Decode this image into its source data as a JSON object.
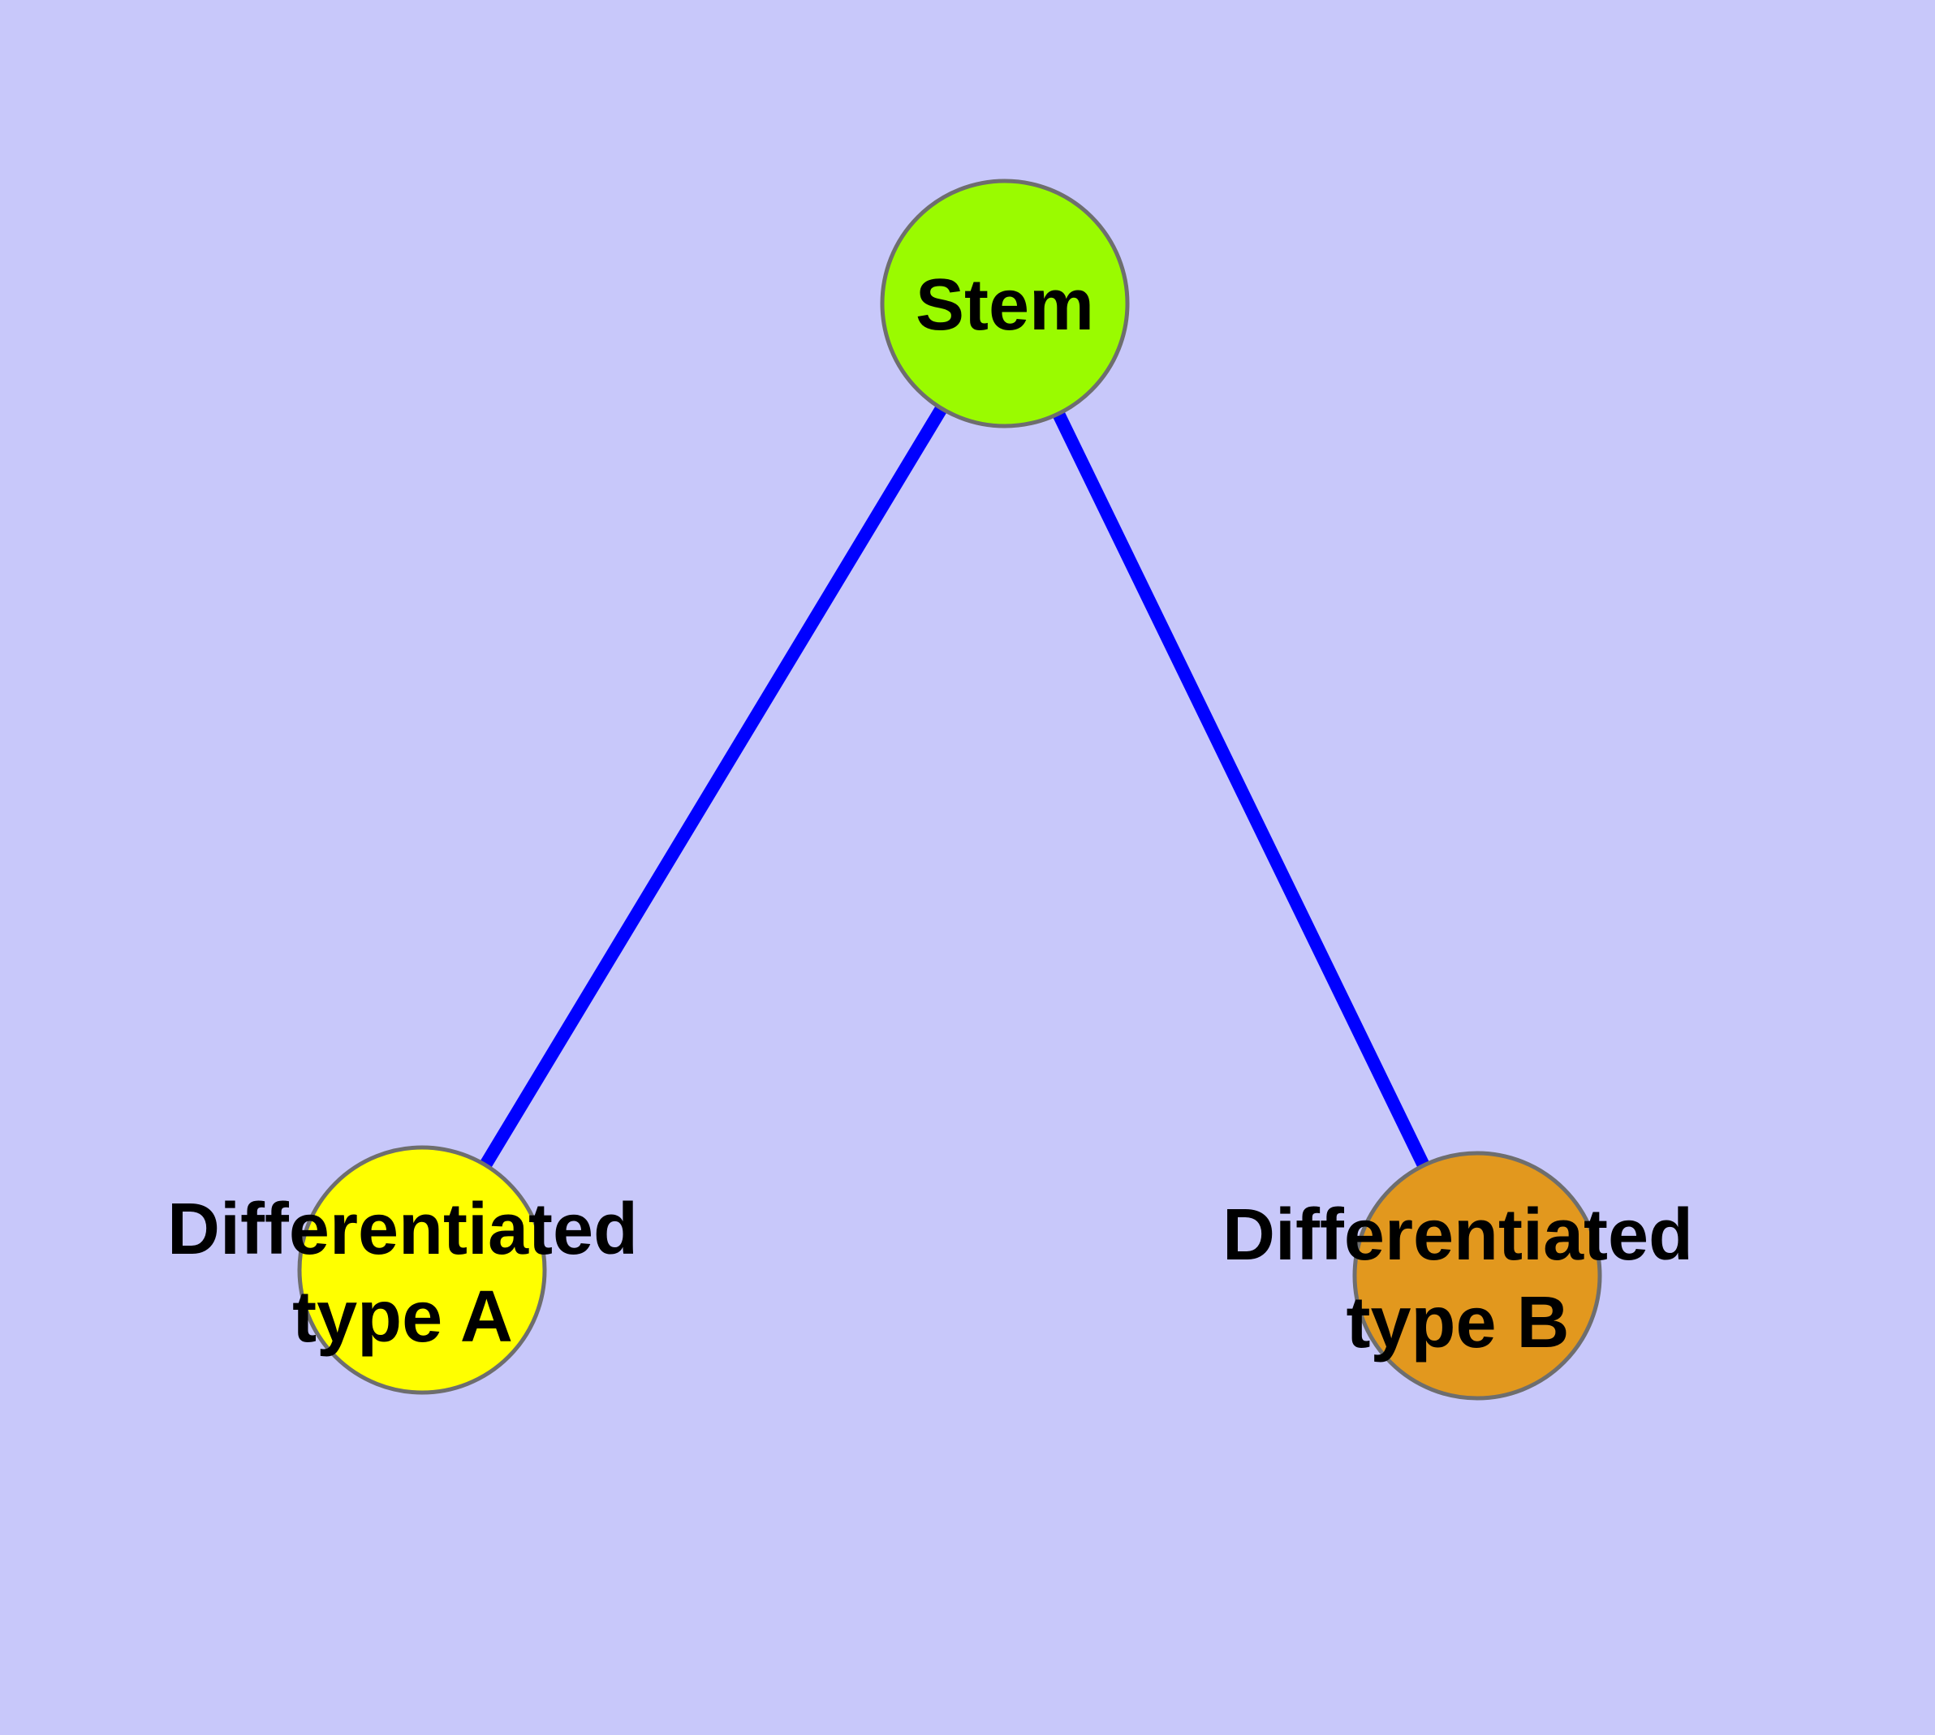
{
  "diagram": {
    "type": "node-link graph",
    "description": "Stem cell differentiation diagram: one stem node connected to two differentiated cell type nodes"
  },
  "colors": {
    "background": "#C8C8FA",
    "edge": "#0000FF",
    "node_border": "#6E6E6E",
    "label_text": "#000000",
    "stem_fill": "#9AFB00",
    "type_a_fill": "#FFFF00",
    "type_b_fill": "#E2981E"
  },
  "nodes": {
    "stem": {
      "label": "Stem"
    },
    "type_a": {
      "label_line1": "Differentiated",
      "label_line2": "type A"
    },
    "type_b": {
      "label_line1": "Differentiated",
      "label_line2": "type B"
    }
  },
  "edges": [
    {
      "from": "Stem",
      "to": "Differentiated type A"
    },
    {
      "from": "Stem",
      "to": "Differentiated type B"
    }
  ]
}
